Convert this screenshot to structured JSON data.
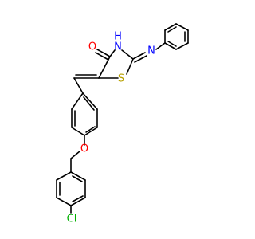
{
  "molecule": {
    "atoms": {
      "O": "O",
      "NH": "N",
      "H": "H",
      "N": "N",
      "S": "S",
      "O_ether": "O",
      "Cl": "Cl"
    }
  },
  "colors": {
    "bond": "#000000",
    "O": "#ff0000",
    "N": "#0000ff",
    "S": "#b8a000",
    "Cl": "#00b000",
    "background": "#ffffff"
  }
}
